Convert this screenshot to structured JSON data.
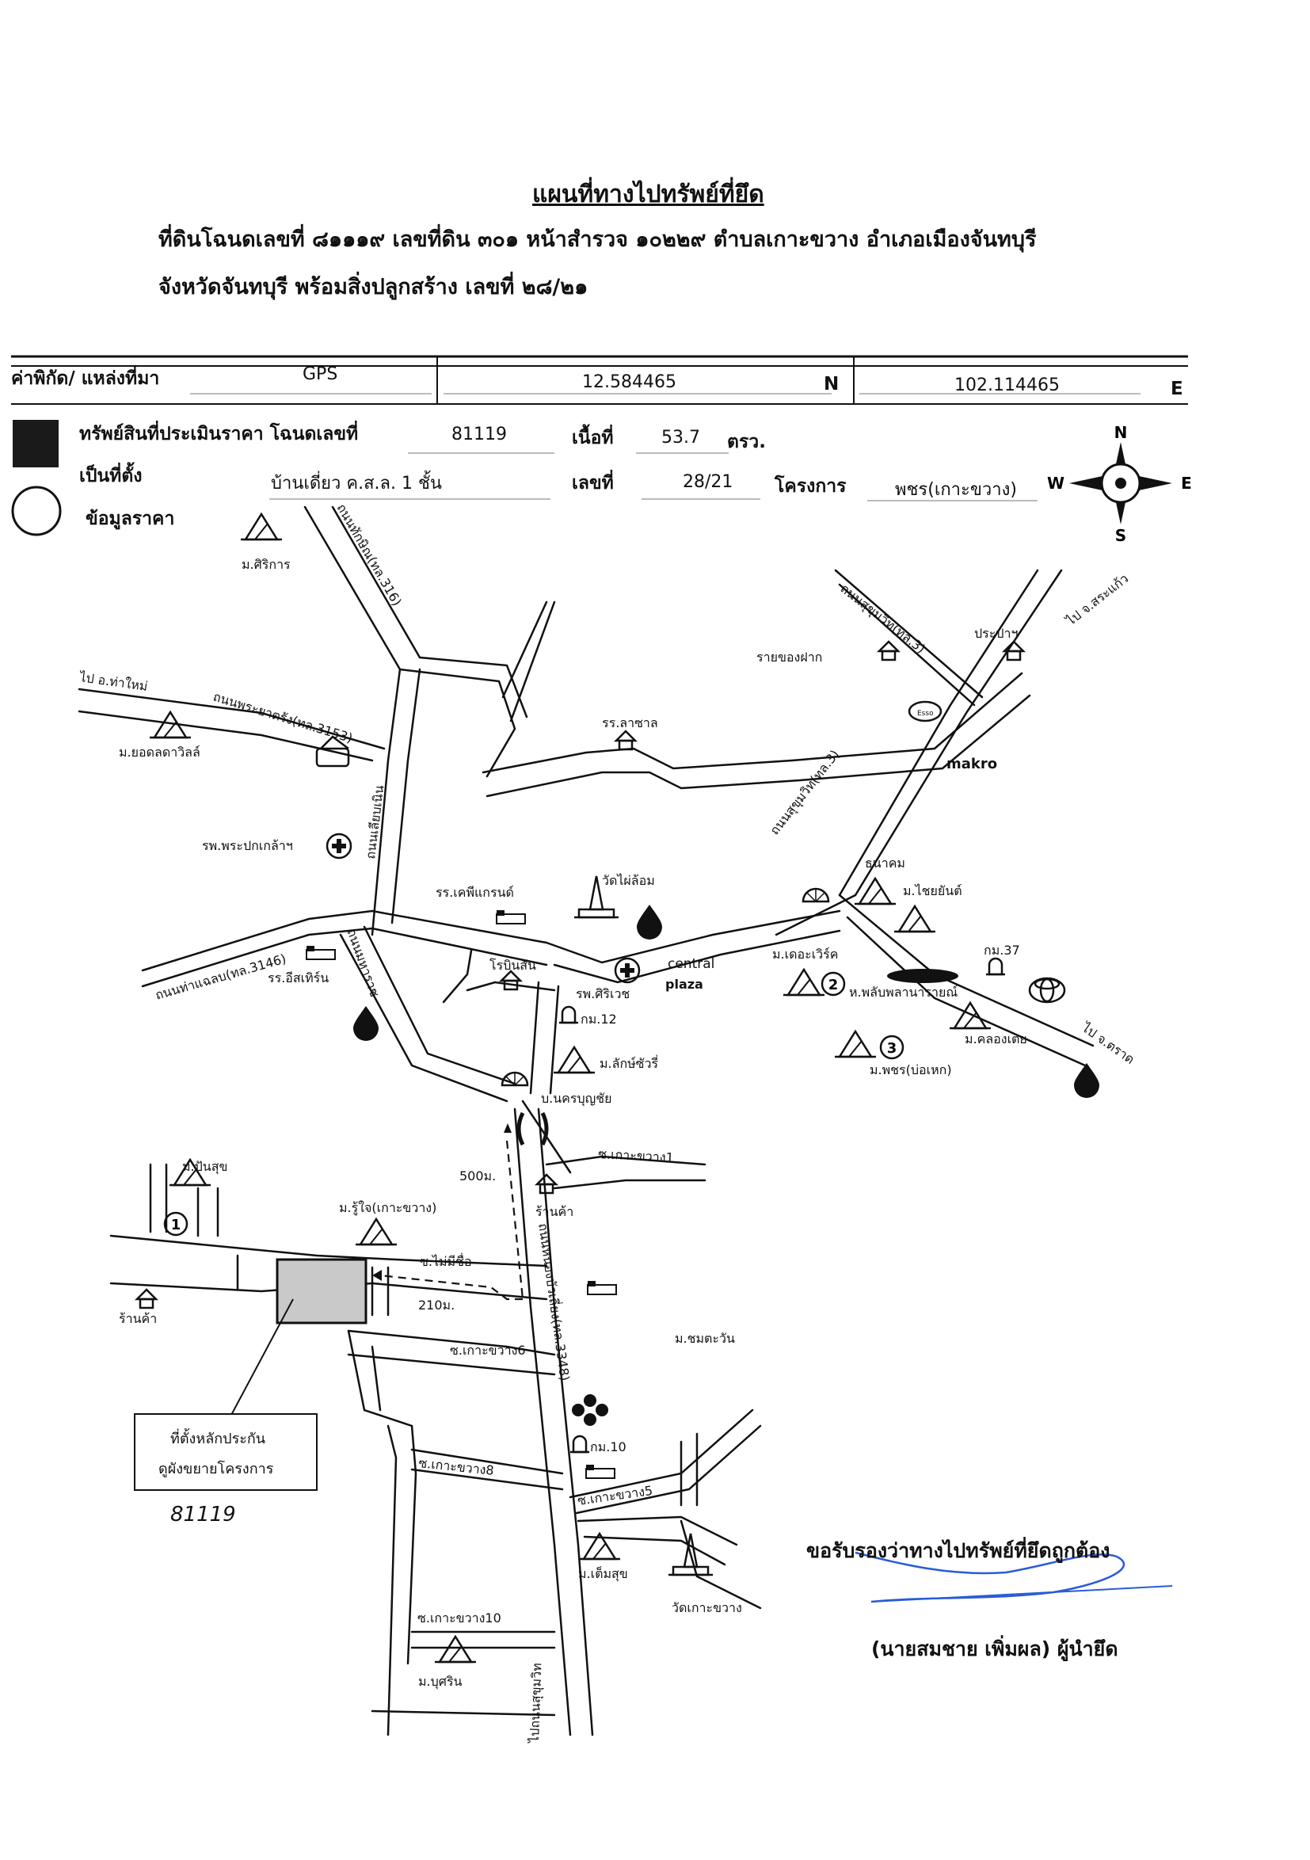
{
  "document": {
    "title": "แผนที่ทางไปทรัพย์ที่ยึด",
    "subtitle_line1": "ที่ดินโฉนดเลขที่ ๘๑๑๑๙ เลขที่ดิน ๓๐๑ หน้าสำรวจ ๑๐๒๒๙ ตำบลเกาะขวาง อำเภอเมืองจันทบุรี",
    "subtitle_line2": "จังหวัดจันทบุรี พร้อมสิ่งปลูกสร้าง เลขที่ ๒๘/๒๑"
  },
  "info_table": {
    "coord_label": "ค่าพิกัด/ แหล่งที่มา",
    "source": "GPS",
    "latitude": "12.584465",
    "lat_unit": "N",
    "longitude": "102.114465",
    "lon_unit": "E",
    "asset_label": "ทรัพย์สินที่ประเมินราคา โฉนดเลขที่",
    "deed_no": "81119",
    "area_label": "เนื้อที่",
    "area_value": "53.7",
    "area_unit": "ตรว.",
    "location_label": "เป็นที่ตั้ง",
    "building": "บ้านเดี่ยว ค.ส.ล. 1 ชั้น",
    "house_no_label": "เลขที่",
    "house_no": "28/21",
    "project_label": "โครงการ",
    "project": "พชร(เกาะขวาง)",
    "price_data_label": "ข้อมูลราคา"
  },
  "compass": {
    "n": "N",
    "s": "S",
    "e": "E",
    "w": "W"
  },
  "map": {
    "labels": {
      "m_sirikarn": "ม.ศิริการ",
      "rd_thaksin": "ถนนทักษิณ(ทล.316)",
      "to_thamai": "ไป อ.ท่าใหม่",
      "rd_phrayatrang": "ถนนพระยาตรัง(ทล.3153)",
      "m_yodladda": "ม.ยอดลดาวิลล์",
      "rd_liab_noen": "ถนนเลียบเนิน",
      "hosp_prapokklao": "รพ.พระปกเกล้าฯ",
      "rd_sukhumvit_top": "ถนนสุขุมวิท(ทล.3)",
      "to_srakaeo": "ไป จ.สระแก้ว",
      "prapa": "ประปาฯ",
      "rai_khong_fak": "รายของฝาก",
      "esso": "Esso",
      "school_lasal": "รร.ลาซาล",
      "makro": "makro",
      "rd_sukhumvit_mid": "ถนนสุขุมวิท(ทล.3)",
      "thanakhom": "ธนาคม",
      "m_chaiyan": "ม.ไชยยันต์",
      "wat_phai_lom": "วัดไผ่ล้อม",
      "school_kp": "รร.เคพีแกรนด์",
      "rd_tha_laep": "ถนนท่าแฉลบ(ทล.3146)",
      "rd_maharaj": "ถนนมหาราช",
      "hotel_eastern": "รร.อีสเทิร์น",
      "robinson": "โรบินสัน",
      "hosp_siriwet": "รพ.ศิริเวช",
      "central": "central",
      "plaza": "plaza",
      "m_the_work": "ม.เดอะเวิร์ค",
      "km37": "กม.37",
      "hotel_phalap": "ห.พลับพลานารายณ์",
      "m_khlong_toei": "ม.คลองเตย",
      "to_trat": "ไป จ.ตราด",
      "m_phachara_bokhaek": "ม.พชร(บ่อเหก)",
      "km12": "กม.12",
      "m_laksuree": "ม.ลักษ์ซัวรี่",
      "b_nakhon": "บ.นครบุญชัย",
      "m_punsuk": "ม.ปันสุข",
      "dist_500": "500ม.",
      "soi_kk1": "ซ.เกาะขวาง1",
      "m_ruchai": "ม.รู้ใจ(เกาะขวาง)",
      "shop1": "ร้านค้า",
      "soi_maimisue": "ซ.ไม่มีชื่อ",
      "shop2": "ร้านค้า",
      "dist_210": "210ม.",
      "rd_nongbua": "ถนนหนองบัวเลี่ยง(ทล.3348)",
      "soi_kk6": "ซ.เกาะขวาง6",
      "m_chomtawan": "ม.ชมตะวัน",
      "callout_line1": "ที่ตั้งหลักประกัน",
      "callout_line2": "ดูผังขยายโครงการ",
      "handwritten_no": "81119",
      "km10": "กม.10",
      "soi_kk8": "ซ.เกาะขวาง8",
      "soi_kk5": "ซ.เกาะขวาง5",
      "m_temsuk": "ม.เต็มสุข",
      "wat_ko_khwang": "วัดเกาะขวาง",
      "soi_kk10": "ซ.เกาะขวาง10",
      "m_buririn": "ม.บุศริน",
      "to_sukhumvit": "ไปถนนสุขุมวิท",
      "marker_1": "1",
      "marker_2": "2",
      "marker_3": "3"
    },
    "colors": {
      "ink": "#111111",
      "signature": "#2b5bd7"
    }
  },
  "certification": {
    "statement": "ขอรับรองว่าทางไปทรัพย์ที่ยึดถูกต้อง",
    "signer": "(นายสมชาย  เพิ่มผล) ผู้นำยึด"
  }
}
